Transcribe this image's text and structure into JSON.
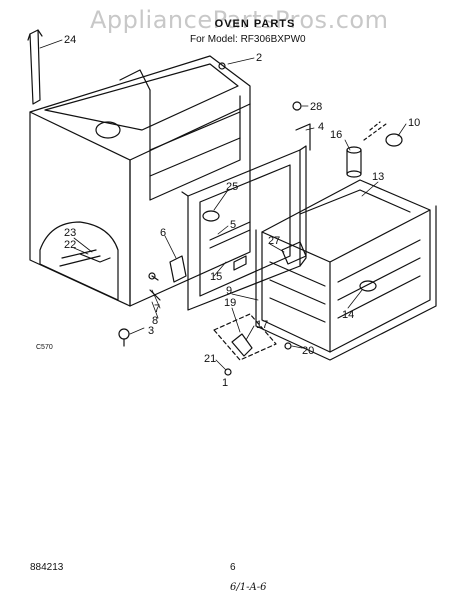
{
  "watermark": "AppliancePartsPros.com",
  "title": "OVEN PARTS",
  "model_line": "For Model: RF306BXPW0",
  "code_small": "C570",
  "doc_number": "884213",
  "page_number": "6",
  "handwritten_note": "6/1-A-6",
  "callouts": [
    "24",
    "2",
    "28",
    "4",
    "16",
    "10",
    "13",
    "25",
    "5",
    "6",
    "15",
    "27",
    "23",
    "22",
    "9",
    "19",
    "17",
    "7",
    "8",
    "3",
    "14",
    "20",
    "21",
    "1"
  ]
}
